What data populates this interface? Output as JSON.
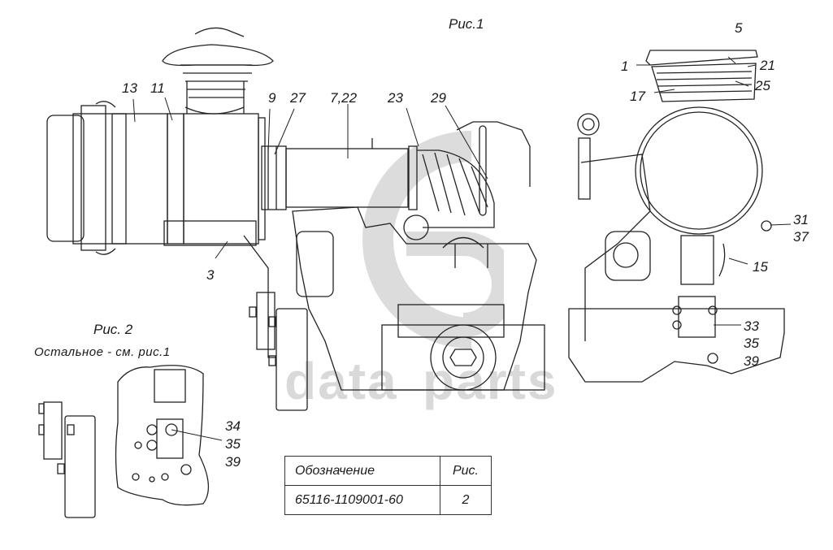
{
  "figures": {
    "fig1_caption": "Рис.1",
    "fig2_caption": "Рис. 2",
    "fig2_note": "Остальное - см. рис.1"
  },
  "callouts_fig1_side": [
    "13",
    "11",
    "9",
    "27",
    "7,22",
    "23",
    "29",
    "3"
  ],
  "callouts_fig1_front": [
    "1",
    "5",
    "21",
    "25",
    "17",
    "31",
    "37",
    "15",
    "33",
    "35",
    "39"
  ],
  "callouts_fig2": [
    "34",
    "35",
    "39"
  ],
  "spec_table": {
    "headers": [
      "Обозначение",
      "Рис."
    ],
    "rows": [
      [
        "65116-1109001-60",
        "2"
      ]
    ]
  },
  "watermark": {
    "text_left": "data",
    "text_right": "parts",
    "color": "#d9d9d9"
  }
}
